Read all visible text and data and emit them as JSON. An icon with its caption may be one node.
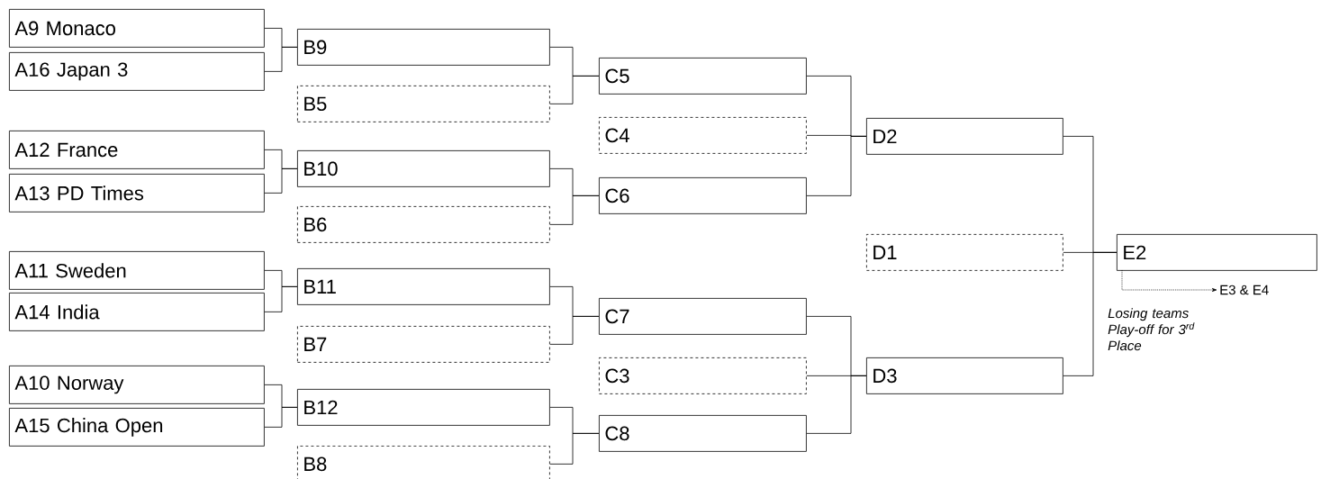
{
  "diagram": {
    "nodes": [
      {
        "text": [
          "A9 Monaco"
        ]
      },
      {
        "text": [
          "A16 Japan 3"
        ]
      },
      {
        "text": [
          "A12 France"
        ]
      },
      {
        "text": [
          "A13 PD Times"
        ]
      },
      {
        "text": [
          "A11 Sweden"
        ]
      },
      {
        "text": [
          "A14 India"
        ]
      },
      {
        "text": [
          "A10 Norway"
        ]
      },
      {
        "text": [
          "A15 China Open"
        ]
      },
      {
        "text": [
          "B9"
        ]
      },
      {
        "text": [
          "B5"
        ]
      },
      {
        "text": [
          "B10"
        ]
      },
      {
        "text": [
          "B6"
        ]
      },
      {
        "text": [
          "B11"
        ]
      },
      {
        "text": [
          "B7"
        ]
      },
      {
        "text": [
          "B12"
        ]
      },
      {
        "text": [
          "B8"
        ]
      },
      {
        "text": [
          "C5"
        ]
      },
      {
        "text": [
          "C4"
        ]
      },
      {
        "text": [
          "C6"
        ]
      },
      {
        "text": [
          "C7"
        ]
      },
      {
        "text": [
          "C3"
        ]
      },
      {
        "text": [
          "C8"
        ]
      },
      {
        "text": [
          "D2"
        ]
      },
      {
        "text": [
          "D1"
        ]
      },
      {
        "text": [
          "D3"
        ]
      },
      {
        "text": [
          "E2"
        ]
      },
      {
        "text": [
          "E3 & E4"
        ]
      }
    ],
    "edges": [
      {
        "from": 0,
        "to": 8,
        "arrow": "none"
      },
      {
        "from": 1,
        "to": 8,
        "arrow": "none"
      },
      {
        "from": 2,
        "to": 10,
        "arrow": "none"
      },
      {
        "from": 3,
        "to": 10,
        "arrow": "none"
      },
      {
        "from": 4,
        "to": 12,
        "arrow": "none"
      },
      {
        "from": 5,
        "to": 12,
        "arrow": "none"
      },
      {
        "from": 6,
        "to": 14,
        "arrow": "none"
      },
      {
        "from": 7,
        "to": 14,
        "arrow": "none"
      },
      {
        "from": 8,
        "to": 16,
        "arrow": "none"
      },
      {
        "from": 9,
        "to": 16,
        "arrow": "none"
      },
      {
        "from": 10,
        "to": 18,
        "arrow": "none"
      },
      {
        "from": 11,
        "to": 18,
        "arrow": "none"
      },
      {
        "from": 12,
        "to": 19,
        "arrow": "none"
      },
      {
        "from": 13,
        "to": 19,
        "arrow": "none"
      },
      {
        "from": 14,
        "to": 21,
        "arrow": "none"
      },
      {
        "from": 15,
        "to": 21,
        "arrow": "none"
      },
      {
        "from": 16,
        "to": 22,
        "arrow": "none"
      },
      {
        "from": 17,
        "to": 22,
        "arrow": "none"
      },
      {
        "from": 18,
        "to": 22,
        "arrow": "none"
      },
      {
        "from": 19,
        "to": 24,
        "arrow": "none"
      },
      {
        "from": 20,
        "to": 24,
        "arrow": "none"
      },
      {
        "from": 21,
        "to": 24,
        "arrow": "none"
      },
      {
        "from": 22,
        "to": 25,
        "arrow": "none"
      },
      {
        "from": 23,
        "to": 25,
        "arrow": "none"
      },
      {
        "from": 24,
        "to": 25,
        "arrow": "none"
      },
      {
        "from": 25,
        "to": 26,
        "arrow": "to",
        "style": "dashed"
      }
    ],
    "labels": [
      "Losing teams Play-off for 3$^{rd}$ Place"
    ]
  }
}
